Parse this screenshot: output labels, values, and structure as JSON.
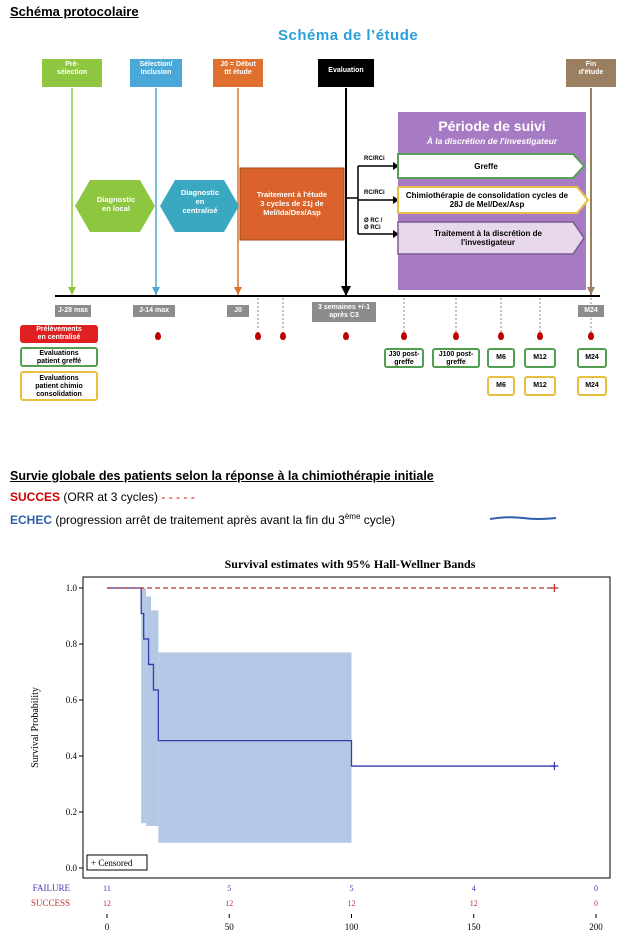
{
  "section1": {
    "title": "Schéma protocolaire",
    "study_title": "Schéma de l’étude"
  },
  "top_boxes": [
    {
      "label": "Pré-\nsélection",
      "color": "#8fc640"
    },
    {
      "label": "Sélection/\nInclusion",
      "color": "#4aa8d8"
    },
    {
      "label": "J0 = Début\nttt étude",
      "color": "#e07030"
    },
    {
      "label": "Evaluation",
      "color": "#000000"
    },
    {
      "label": "Fin\nd'étude",
      "color": "#9a8060"
    }
  ],
  "phases": {
    "diag_local": "Diagnostic\nen local",
    "diag_central": "Diagnostic\nen\ncentralisé",
    "treatment": "Traitement à l'étude\n3 cycles de 21j de\nMel/Ida/Dex/Asp",
    "suivi_title": "Période de suivi",
    "suivi_subtitle": "À la discrétion de l'investigateur"
  },
  "branches": {
    "b1_label": "RC/RCi",
    "b1_text": "Greffe",
    "b2_label": "RC/RCi",
    "b2_text": "Chimiothérapie de consolidation cycles de 28J de Mel/Dex/Asp",
    "b3_label": "Ø RC /\nØ RCi",
    "b3_text": "Traitement à la discrétion de l'investigateur"
  },
  "timeline_labels": [
    "J-28 max",
    "J-14 max",
    "J0",
    "3 semaines +/-1\naprès C3",
    "M24"
  ],
  "row_labels": {
    "prelev": "Prélèvements\nen centralisé",
    "eval_greffe": "Evaluations\npatient greffé",
    "eval_chimio": "Evaluations\npatient chimio\nconsolidation"
  },
  "greffe_evals": [
    "J30 post-\ngreffe",
    "J100 post-\ngreffe",
    "M6",
    "M12",
    "M24"
  ],
  "chimio_evals": [
    "M6",
    "M12",
    "M24"
  ],
  "section2": {
    "title": "Survie globale des patients selon la réponse à la chimiothérapie initiale",
    "success_word": "SUCCES",
    "success_rest": " (ORR at 3 cycles) ",
    "success_dash": "- - - - -",
    "echec_word": "ECHEC",
    "echec_rest": " (progression arrêt de traitement après avant la fin du 3",
    "echec_sup": "ème",
    "echec_end": " cycle)"
  },
  "colors": {
    "failure": "#3a3ab0",
    "success": "#c03030",
    "band": "#b4c8e6"
  },
  "chart_data": {
    "type": "line",
    "title": "Survival estimates with 95% Hall-Wellner Bands",
    "xlabel": "",
    "ylabel": "Survival Probability",
    "xlim": [
      0,
      200
    ],
    "ylim": [
      0,
      1
    ],
    "x_ticks": [
      "0",
      "50",
      "100",
      "150",
      "200"
    ],
    "y_ticks": [
      "0.0",
      "0.2",
      "0.4",
      "0.6",
      "0.8",
      "1.0"
    ],
    "legend_box": "+ Censored",
    "series": [
      {
        "name": "FAILURE",
        "steps": [
          [
            0,
            1.0
          ],
          [
            14,
            0.909
          ],
          [
            15,
            0.818
          ],
          [
            17,
            0.727
          ],
          [
            19,
            0.636
          ],
          [
            21,
            0.455
          ],
          [
            100,
            0.364
          ],
          [
            183,
            0.364
          ]
        ],
        "censored": [
          [
            183,
            0.364
          ]
        ]
      },
      {
        "name": "SUCCESS",
        "steps": [
          [
            0,
            1.0
          ],
          [
            183,
            1.0
          ]
        ],
        "censored": [
          [
            183,
            1.0
          ]
        ]
      }
    ],
    "band": [
      [
        14,
        1.0,
        0.16
      ],
      [
        16,
        0.97,
        0.15
      ],
      [
        18,
        0.92,
        0.15
      ],
      [
        21,
        0.77,
        0.09
      ],
      [
        100,
        0.77,
        0.09
      ]
    ],
    "risk_table": {
      "times": [
        "0",
        "50",
        "100",
        "150",
        "200"
      ],
      "rows": [
        {
          "name": "FAILURE",
          "values": [
            "11",
            "5",
            "5",
            "4",
            "0"
          ]
        },
        {
          "name": "SUCCESS",
          "values": [
            "12",
            "12",
            "12",
            "12",
            "0"
          ]
        }
      ]
    }
  }
}
